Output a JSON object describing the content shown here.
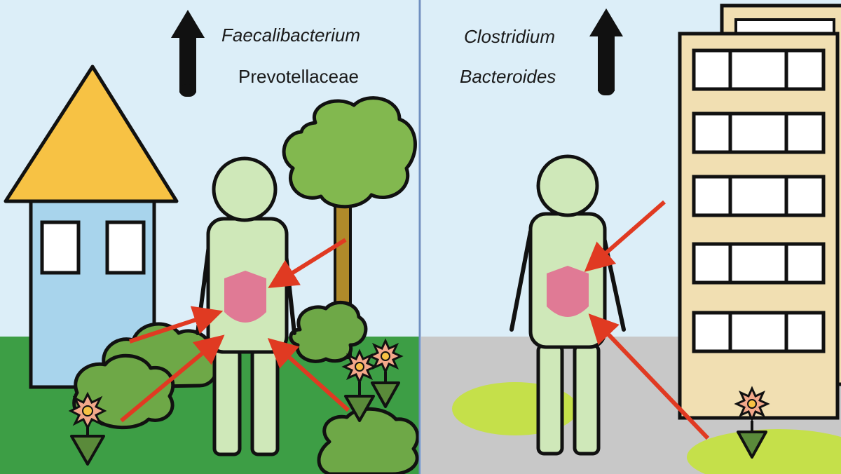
{
  "panels": [
    {
      "id": "rural",
      "up_labels": [
        "Faecalibacterium",
        "Prevotellaceae"
      ]
    },
    {
      "id": "urban",
      "up_labels": [
        "Clostridium",
        "Bacteroides"
      ]
    }
  ],
  "colors": {
    "sky": "#dceef8",
    "grass": "#3d9e45",
    "pavement": "#c8c8c8",
    "house_wall": "#a8d4ec",
    "roof": "#f7c244",
    "body": "#cfe8b9",
    "gut": "#e07a95",
    "arrow": "#e03a22",
    "bush": "#6ea847",
    "tree_crown": "#82b84f",
    "trunk": "#b08a2a",
    "building": "#f1dfb2",
    "lawn_patch": "#c5e04a",
    "divider": "#6f8fc0"
  },
  "icons": [
    "up-arrow-icon",
    "house-icon",
    "tree-icon",
    "bush-icon",
    "flower-icon",
    "person-icon",
    "gut-icon",
    "building-icon"
  ]
}
